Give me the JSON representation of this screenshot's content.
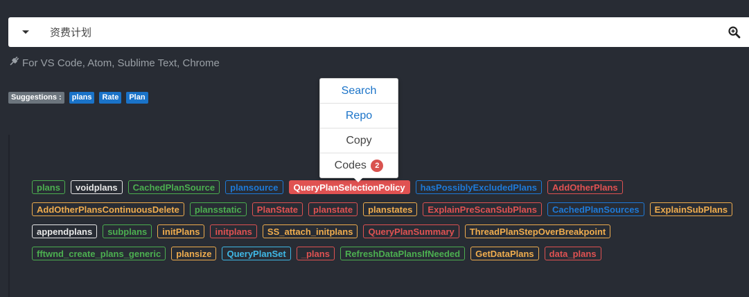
{
  "search": {
    "value": "资费计划",
    "caret_icon": "caret-down-icon",
    "search_icon": "search-zoom-icon"
  },
  "plugin": {
    "icon": "plug-icon",
    "text": "For VS Code, Atom, Sublime Text, Chrome"
  },
  "suggestions": {
    "label": "Suggestions :",
    "items": [
      "plans",
      "Rate",
      "Plan"
    ]
  },
  "popup": {
    "search": "Search",
    "repo": "Repo",
    "copy": "Copy",
    "codes": "Codes",
    "codes_count": "2"
  },
  "tags": {
    "row0": [
      "plans",
      "voidplans",
      "CachedPlanSource",
      "plansource",
      "QueryPlanSelectionPolicy",
      "hasPossiblyExcludedPlans",
      "AddOtherPlans"
    ],
    "row1": [
      "AddOtherPlansContinuousDelete",
      "plansstatic",
      "PlanState",
      "planstate",
      "planstates",
      "ExplainPreScanSubPlans",
      "CachedPlanSources",
      "ExplainSubPlans"
    ],
    "row2": [
      "appendplans",
      "subplans",
      "initPlans",
      "initplans",
      "SS_attach_initplans",
      "QueryPlanSummary",
      "ThreadPlanStepOverBreakpoint"
    ],
    "row3": [
      "fftwnd_create_plans_generic",
      "plansize",
      "QueryPlanSet",
      "_plans",
      "RefreshDataPlansIfNeeded",
      "GetDataPlans",
      "data_plans"
    ]
  },
  "colors": {
    "background": "#282c34",
    "green": "#4caf50",
    "white": "#e8e8e8",
    "blue": "#1e7ad8",
    "red": "#e05252",
    "orange": "#f0ad4e",
    "cyan": "#3fb8e6",
    "suggestion_label": "#6c757d",
    "suggestion_item": "#1a73c8"
  }
}
